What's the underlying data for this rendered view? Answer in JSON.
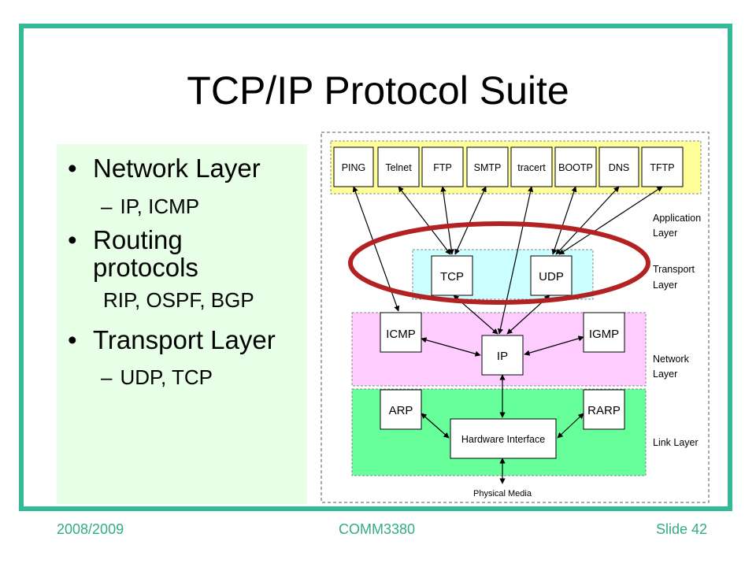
{
  "slide": {
    "title": "TCP/IP Protocol Suite",
    "bullets": {
      "b1": "Network Layer",
      "b1_sub": "IP, ICMP",
      "b2_line1": "Routing",
      "b2_line2": "protocols",
      "b2_sub": "RIP, OSPF, BGP",
      "b3": "Transport Layer",
      "b3_sub": "UDP, TCP"
    },
    "dash": "–",
    "bullet_char": "•",
    "footer": {
      "left": "2008/2009",
      "center": "COMM3380",
      "right": "Slide 42"
    }
  },
  "diagram": {
    "app_protocols": [
      "PING",
      "Telnet",
      "FTP",
      "SMTP",
      "tracert",
      "BOOTP",
      "DNS",
      "TFTP"
    ],
    "transport": {
      "tcp": "TCP",
      "udp": "UDP"
    },
    "network": {
      "icmp": "ICMP",
      "igmp": "IGMP",
      "ip": "IP"
    },
    "link": {
      "arp": "ARP",
      "rarp": "RARP",
      "hw": "Hardware Interface"
    },
    "physical": "Physical Media",
    "layer_labels": {
      "application_1": "Application",
      "application_2": "Layer",
      "transport_1": "Transport",
      "transport_2": "Layer",
      "network_1": "Network",
      "network_2": "Layer",
      "link": "Link Layer"
    },
    "colors": {
      "frame": "#33bb99",
      "left_panel": "#e6ffe6",
      "app_layer": "#ffff99",
      "transport_layer": "#ccffff",
      "network_layer": "#ffccff",
      "link_layer": "#66ff99",
      "highlight_ellipse": "#b22222",
      "footer_text": "#33aa88"
    }
  }
}
